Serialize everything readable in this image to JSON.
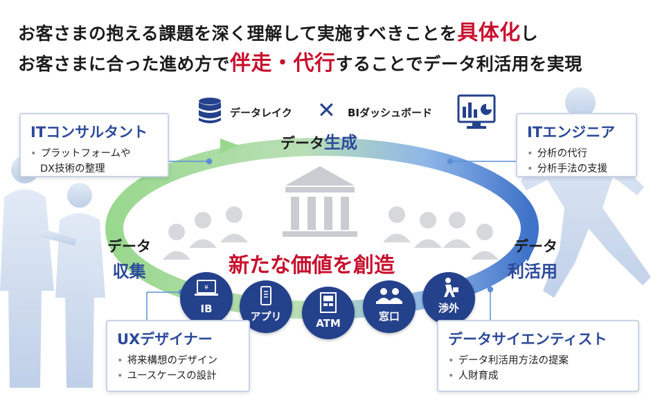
{
  "headline": {
    "line1_a": "お客さまの抱える課題を深く理解して実施すべきことを",
    "line1_highlight": "具体化",
    "line1_b": "し",
    "line2_a": "お客さまに合った進め方で",
    "line2_highlight": "伴走・代行",
    "line2_b": "することでデータ利活用を実現"
  },
  "top": {
    "datalake": "データレイク",
    "cross": "✕",
    "bi": "BIダッシュボード"
  },
  "cycle": {
    "generate_a": "データ",
    "generate_b": "生成",
    "collect_a": "データ",
    "collect_b": "収集",
    "use_a": "データ",
    "use_b": "利活用",
    "center": "新たな価値を創造"
  },
  "circles": [
    "IB",
    "アプリ",
    "ATM",
    "窓口",
    "渉外"
  ],
  "roles": {
    "consultant": {
      "title": "ITコンサルタント",
      "items": [
        "プラットフォームや",
        "DX技術の整理"
      ]
    },
    "engineer": {
      "title": "ITエンジニア",
      "items": [
        "分析の代行",
        "分析手法の支援"
      ]
    },
    "ux": {
      "title": "UXデザイナー",
      "items": [
        "将来構想のデザイン",
        "ユースケースの設計"
      ]
    },
    "scientist": {
      "title": "データサイエンティスト",
      "items": [
        "データ利活用方法の提案",
        "人財育成"
      ]
    }
  },
  "colors": {
    "accent_red": "#c8102e",
    "navy": "#24418c",
    "title_blue": "#2c4a9a",
    "ring_green": "#8fd18a",
    "ring_blue": "#5a8fd8"
  }
}
